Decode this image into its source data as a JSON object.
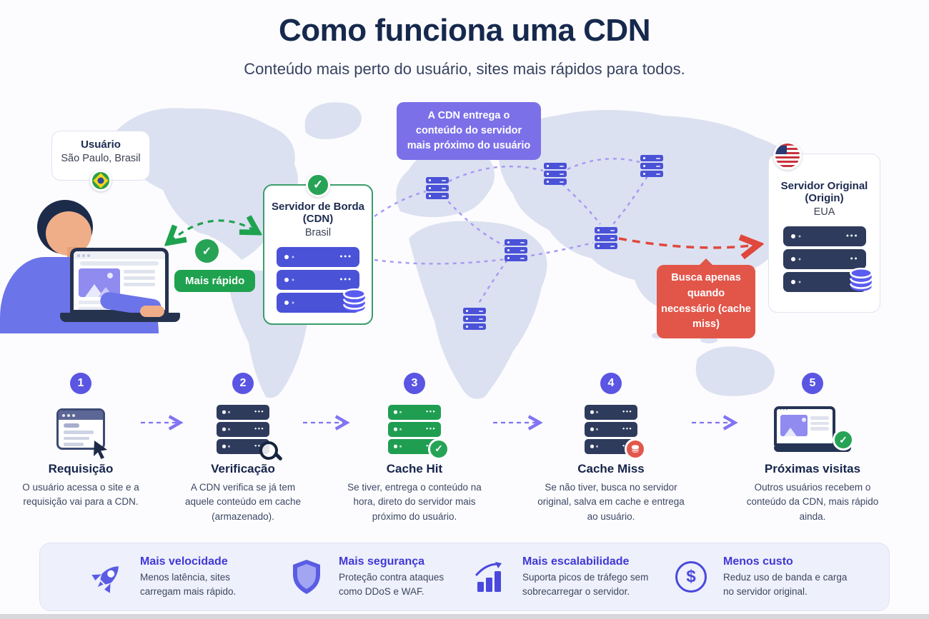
{
  "header": {
    "title": "Como funciona uma CDN",
    "subtitle": "Conteúdo mais perto do usuário, sites mais rápidos para todos."
  },
  "diagram": {
    "user_card": {
      "title": "Usuário",
      "location": "São Paulo, Brasil",
      "flag": "brazil-flag-icon"
    },
    "fast_label": "Mais rápido",
    "edge_card": {
      "title": "Servidor de Borda",
      "subtitle": "(CDN)",
      "location": "Brasil",
      "status_icon": "check-icon"
    },
    "cdn_tooltip": "A CDN entrega o conteúdo do servidor mais próximo do usuário",
    "miss_tooltip": "Busca apenas quando necessário (cache miss)",
    "origin_card": {
      "title": "Servidor Original",
      "subtitle": "(Origin)",
      "location": "EUA",
      "flag": "usa-flag-icon"
    }
  },
  "steps": [
    {
      "number": "1",
      "title": "Requisição",
      "description": "O usuário acessa o site e a requisição vai para a CDN."
    },
    {
      "number": "2",
      "title": "Verificação",
      "description": "A CDN verifica se já tem aquele conteúdo em cache (armazenado)."
    },
    {
      "number": "3",
      "title": "Cache Hit",
      "description": "Se tiver, entrega o conteúdo na hora, direto do servidor mais próximo do usuário."
    },
    {
      "number": "4",
      "title": "Cache Miss",
      "description": "Se não tiver, busca no servidor original, salva em cache e entrega ao usuário."
    },
    {
      "number": "5",
      "title": "Próximas visitas",
      "description": "Outros usuários recebem o conteúdo da CDN, mais rápido ainda."
    }
  ],
  "benefits": [
    {
      "icon": "rocket-icon",
      "title": "Mais velocidade",
      "description": "Menos latência, sites carregam mais rápido."
    },
    {
      "icon": "shield-icon",
      "title": "Mais segurança",
      "description": "Proteção contra ataques como DDoS e WAF."
    },
    {
      "icon": "growth-chart-icon",
      "title": "Mais escalabilidade",
      "description": "Suporta picos de tráfego sem sobrecarregar o servidor."
    },
    {
      "icon": "dollar-icon",
      "title": "Menos custo",
      "description": "Reduz uso de banda e carga no servidor original."
    }
  ],
  "colors": {
    "title_navy": "#16294d",
    "green": "#27a356",
    "indigo_server": "#4a52d8",
    "navy_server": "#2e3b5c",
    "purple_tooltip": "#7b70e8",
    "red": "#e25549",
    "step_circle": "#5a55e2",
    "benefit_accent": "#4038d6",
    "map_fill": "#dce1f1"
  }
}
